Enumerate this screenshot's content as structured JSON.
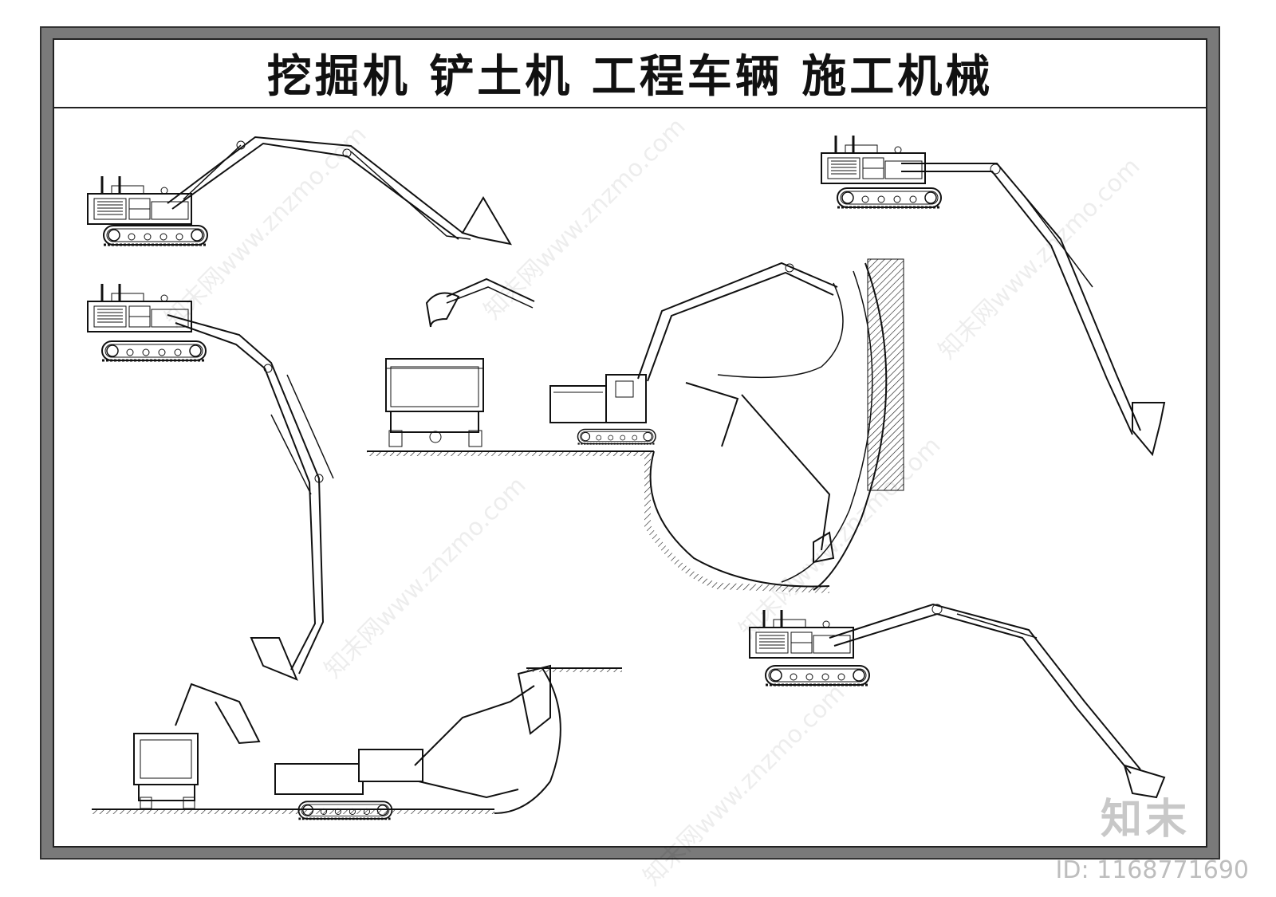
{
  "title": "挖掘机  铲土机  工程车辆  施工机械",
  "watermark": "知末网www.znzmo.com",
  "brand": "知末",
  "id_label": "ID: 1168771690",
  "colors": {
    "line": "#111111",
    "frame": "#7a7a7a",
    "background": "#ffffff"
  }
}
